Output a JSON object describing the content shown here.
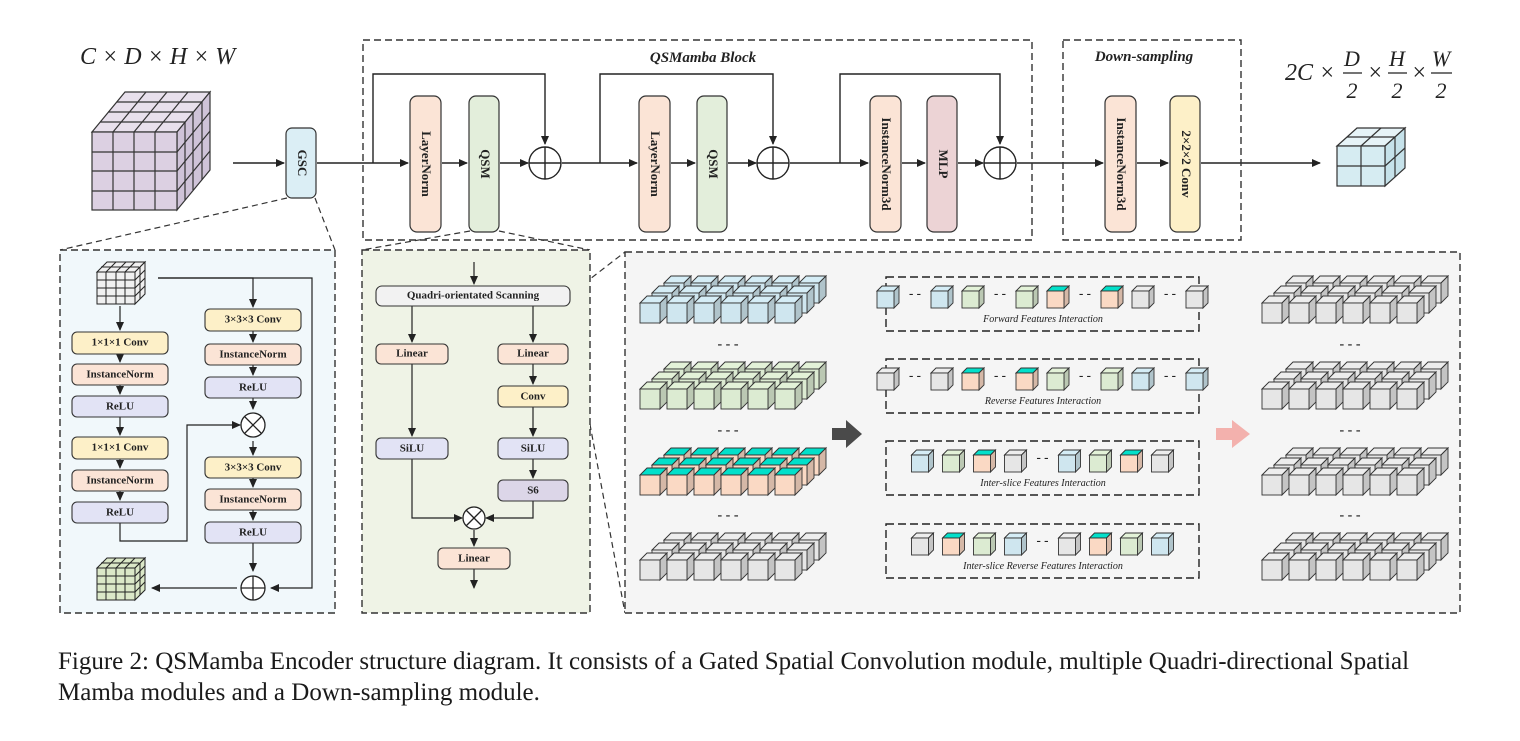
{
  "colors": {
    "gsc_fill": "#dbeef5",
    "layernorm_fill": "#fbe4d6",
    "qsm_fill": "#e3eedb",
    "instnorm3d_fill": "#fbe4d6",
    "mlp_fill": "#ecd3d5",
    "conv_fill": "#fdf0c8",
    "lavender_fill": "#e2e3f5",
    "peach_fill": "#fbe4d6",
    "yellow_fill": "#fdf0c8",
    "violet_fill": "#dcd6e8",
    "panel_gsc_bg": "#f1f8fb",
    "panel_qsm_bg": "#eff3e6",
    "panel_scan_bg": "#f5f5f5",
    "cube_blue": "#cfe6ef",
    "cube_green": "#dcebd2",
    "cube_orange": "#fad9c4",
    "cube_gray": "#e6e6e6",
    "cube_purple": "#d8d3e6",
    "cube_lightgreen": "#dbe8c8",
    "cube_lightblue": "#dceef3",
    "arrow_dark": "#4a4a4a",
    "arrow_pink": "#f3b1ad"
  },
  "shapes": {
    "input": "C × D × H × W",
    "output_prefix": "2C ×",
    "output_d": "D",
    "output_h": "H",
    "output_w": "W",
    "output_den": "2",
    "times": "×"
  },
  "top": {
    "gsc": "GSC",
    "qsmamba_title": "QSMamba Block",
    "downsampling_title": "Down-sampling",
    "layernorm1": "LayerNorm",
    "qsm1": "QSM",
    "layernorm2": "LayerNorm",
    "qsm2": "QSM",
    "instnorm3d": "InstanceNorm3d",
    "mlp": "MLP",
    "ds_instnorm3d": "InstanceNorm3d",
    "ds_conv": "2×2×2 Conv"
  },
  "gsc_panel": {
    "left": [
      "1×1×1 Conv",
      "InstanceNorm",
      "ReLU",
      "1×1×1 Conv",
      "InstanceNorm",
      "ReLU"
    ],
    "right": [
      "3×3×3 Conv",
      "InstanceNorm",
      "ReLU",
      "3×3×3 Conv",
      "InstanceNorm",
      "ReLU"
    ]
  },
  "qsm_panel": {
    "scan": "Quadri-orientated Scanning",
    "left_linear": "Linear",
    "left_silu": "SiLU",
    "right_linear": "Linear",
    "right_conv": "Conv",
    "right_silu": "SiLU",
    "s6": "S6",
    "out_linear": "Linear"
  },
  "scan_panel": {
    "dots": "- - -",
    "interactions": [
      "Forward Features Interaction",
      "Reverse Features Interaction",
      "Inter-slice Features Interaction",
      "Inter-slice Reverse Features Interaction"
    ]
  },
  "caption": "Figure 2: QSMamba Encoder structure diagram. It consists of a Gated Spatial Convolution module, multiple Quadri-directional Spatial Mamba modules and a Down-sampling module."
}
